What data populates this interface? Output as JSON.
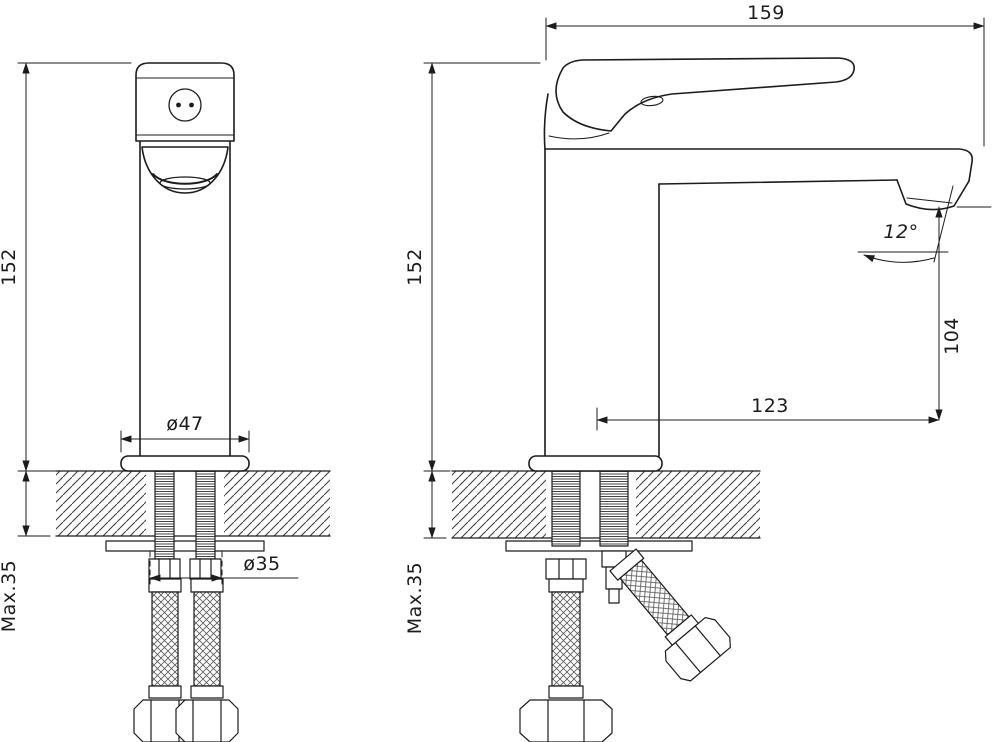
{
  "drawing": {
    "background": "#ffffff",
    "line_color": "#1c1c1c",
    "front_view": {
      "height": "152",
      "base_diameter": "ø47",
      "hole_diameter": "ø35",
      "max_deck_thickness": "Max.35"
    },
    "side_view": {
      "overall_length": "159",
      "height": "152",
      "outlet_height": "104",
      "spout_reach": "123",
      "outlet_angle": "12°",
      "max_deck_thickness": "Max.35"
    }
  }
}
